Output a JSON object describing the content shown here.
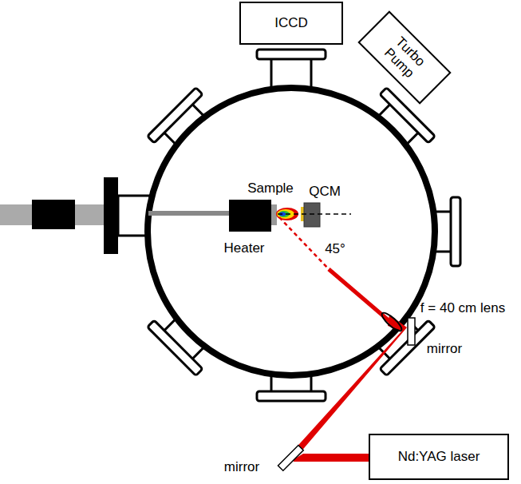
{
  "diagram": {
    "nodes": [
      {
        "text": [
          "ICCD"
        ]
      },
      {
        "text": [
          "Turbo Pump"
        ]
      },
      {
        "text": [
          "Nd:YAG laser"
        ]
      }
    ],
    "labels": [
      "Sample",
      "QCM",
      "Heater",
      "45°",
      "f = 40 cm lens",
      "mirror",
      "mirror"
    ]
  }
}
